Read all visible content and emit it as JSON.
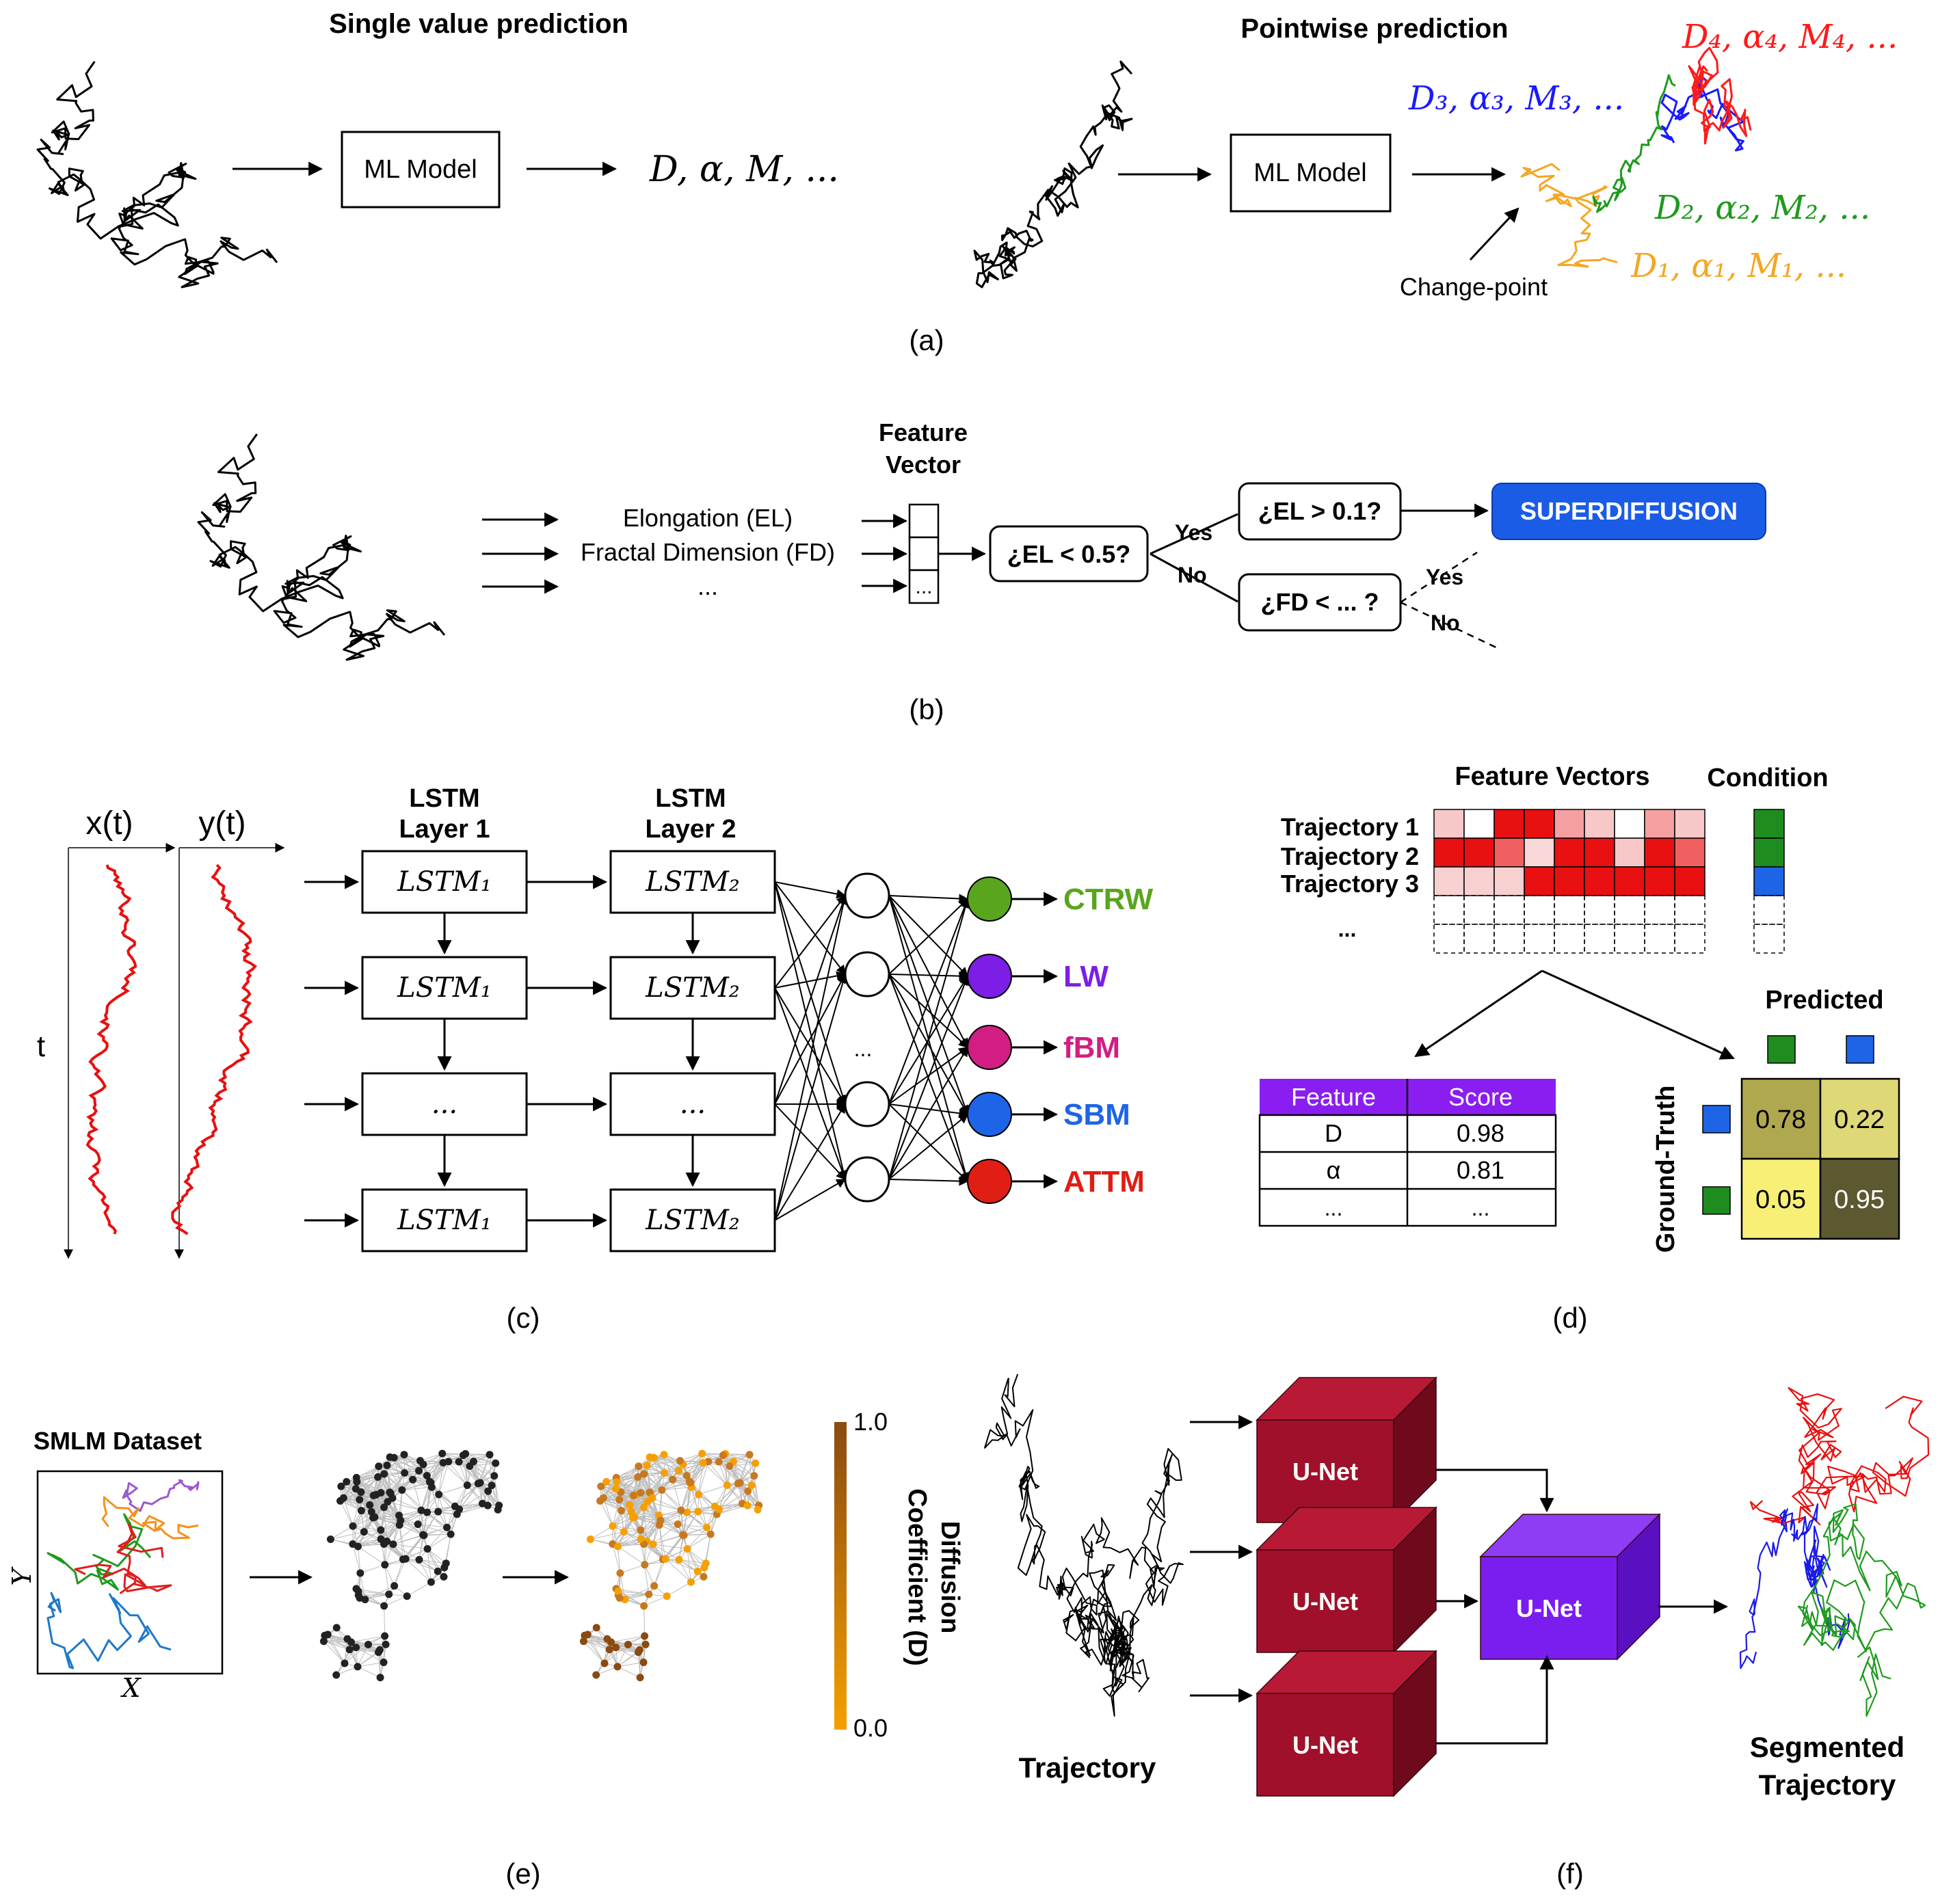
{
  "panel_a": {
    "left_title": "Single value prediction",
    "right_title": "Pointwise prediction",
    "model_label": "ML Model",
    "single_output": "D, α, M, ...",
    "seg4": "D₄, α₄, M₄, ...",
    "seg3": "D₃, α₃, M₃, ...",
    "seg2": "D₂, α₂, M₂, ...",
    "seg1": "D₁, α₁, M₁, ...",
    "change_point": "Change-point",
    "caption": "(a)",
    "colors": {
      "seg1": "#f5a623",
      "seg2": "#1e9a1e",
      "seg3": "#1a1aff",
      "seg4": "#ff1a1a"
    }
  },
  "panel_b": {
    "feature_vector_title_1": "Feature",
    "feature_vector_title_2": "Vector",
    "features": [
      "Elongation (EL)",
      "Fractal Dimension (FD)",
      "..."
    ],
    "fv_cell_last": "...",
    "q1": "¿EL < 0.5?",
    "q2": "¿EL > 0.1?",
    "q3": "¿FD < ... ?",
    "yes": "Yes",
    "no": "No",
    "result": "SUPERDIFFUSION",
    "caption": "(b)",
    "result_color": "#1a5ce6"
  },
  "panel_c": {
    "x_label": "x(t)",
    "y_label": "y(t)",
    "t_label": "t",
    "layer1_title_1": "LSTM",
    "layer1_title_2": "Layer 1",
    "layer2_title_1": "LSTM",
    "layer2_title_2": "Layer 2",
    "lstm1": "LSTM₁",
    "lstm2": "LSTM₂",
    "ellipsis": "...",
    "classes": [
      {
        "label": "CTRW",
        "color": "#5aa51e"
      },
      {
        "label": "LW",
        "color": "#7c1ee6"
      },
      {
        "label": "fBM",
        "color": "#d21e82"
      },
      {
        "label": "SBM",
        "color": "#1e64e6"
      },
      {
        "label": "ATTM",
        "color": "#e01e14"
      }
    ],
    "caption": "(c)"
  },
  "panel_d": {
    "fv_title": "Feature Vectors",
    "condition_title": "Condition",
    "rows": [
      "Trajectory 1",
      "Trajectory 2",
      "Trajectory 3",
      "..."
    ],
    "table_header": [
      "Feature",
      "Score"
    ],
    "table_rows": [
      [
        "D",
        "0.98"
      ],
      [
        "α",
        "0.81"
      ],
      [
        "...",
        "..."
      ]
    ],
    "predicted": "Predicted",
    "ground_truth": "Ground-Truth",
    "cm": [
      [
        "0.78",
        "0.22"
      ],
      [
        "0.05",
        "0.95"
      ]
    ],
    "caption": "(d)",
    "header_color": "#8a1ef0"
  },
  "panel_e": {
    "dataset_title": "SMLM Dataset",
    "x_axis": "X",
    "y_axis": "Y",
    "colorbar_top": "1.0",
    "colorbar_bottom": "0.0",
    "colorbar_label_1": "Diffusion",
    "colorbar_label_2": "Coefficient (D)",
    "caption": "(e)"
  },
  "panel_f": {
    "input_label": "Trajectory",
    "unet": "U-Net",
    "output_label_1": "Segmented",
    "output_label_2": "Trajectory",
    "caption": "(f)",
    "unet_color": "#a0102a",
    "unet_final_color": "#7a1ef0"
  }
}
